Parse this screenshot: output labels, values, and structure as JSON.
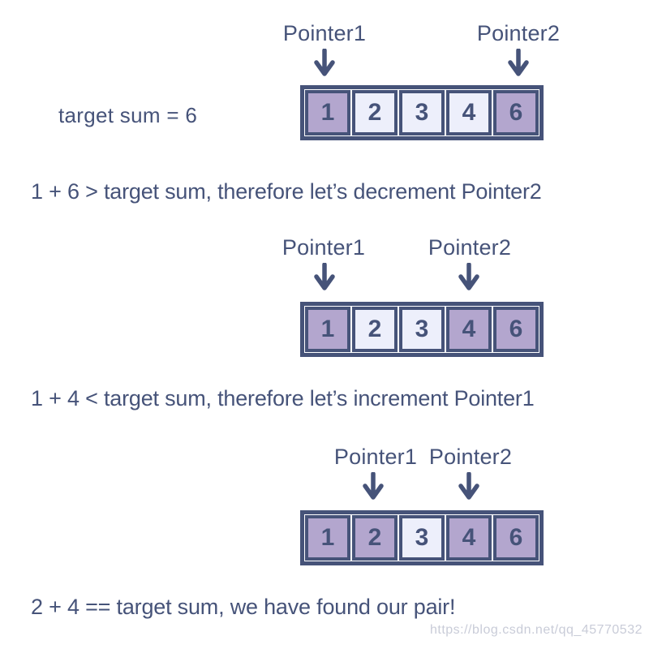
{
  "colors": {
    "background": "#ffffff",
    "ink": "#465379",
    "cell_border": "#465379",
    "cell_light": "#edeffb",
    "cell_highlight": "#b3a6ce",
    "watermark": "#c9ccd8"
  },
  "target_label": "target sum = 6",
  "watermark_text": "https://blog.csdn.net/qq_45770532",
  "steps": [
    {
      "pointer1_label": "Pointer1",
      "pointer2_label": "Pointer2",
      "cells": [
        {
          "value": "1",
          "highlight": true
        },
        {
          "value": "2",
          "highlight": false
        },
        {
          "value": "3",
          "highlight": false
        },
        {
          "value": "4",
          "highlight": false
        },
        {
          "value": "6",
          "highlight": true
        }
      ],
      "caption": "1 + 6 > target sum, therefore let’s decrement Pointer2"
    },
    {
      "pointer1_label": "Pointer1",
      "pointer2_label": "Pointer2",
      "cells": [
        {
          "value": "1",
          "highlight": true
        },
        {
          "value": "2",
          "highlight": false
        },
        {
          "value": "3",
          "highlight": false
        },
        {
          "value": "4",
          "highlight": true
        },
        {
          "value": "6",
          "highlight": true
        }
      ],
      "caption": "1 + 4 < target sum, therefore let’s increment Pointer1"
    },
    {
      "pointer1_label": "Pointer1",
      "pointer2_label": "Pointer2",
      "cells": [
        {
          "value": "1",
          "highlight": true
        },
        {
          "value": "2",
          "highlight": true
        },
        {
          "value": "3",
          "highlight": false
        },
        {
          "value": "4",
          "highlight": true
        },
        {
          "value": "6",
          "highlight": true
        }
      ],
      "caption": "2 + 4 == target sum, we have found our pair!"
    }
  ]
}
